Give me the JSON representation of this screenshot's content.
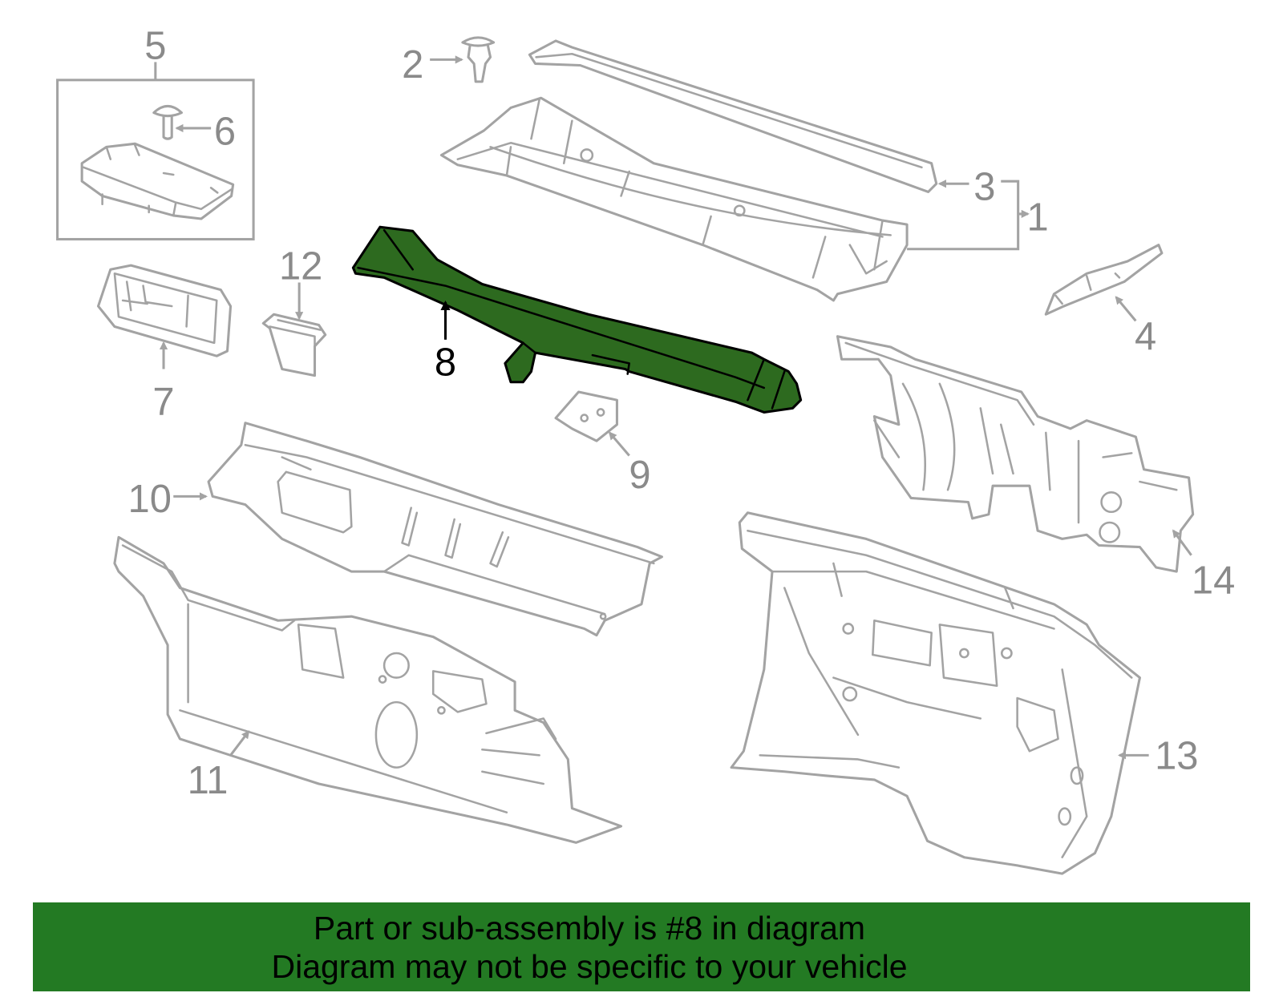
{
  "diagram": {
    "callouts": [
      "1",
      "2",
      "3",
      "4",
      "5",
      "6",
      "7",
      "8",
      "9",
      "10",
      "11",
      "12",
      "13",
      "14"
    ]
  },
  "banner": {
    "line1": "Part or sub-assembly is #8 in diagram",
    "line2": "Diagram may not be specific to your vehicle"
  },
  "colors": {
    "highlight": "#2d6a1f",
    "banner": "#237a23",
    "outline": "#a3a3a3",
    "callout": "#8a8a8a",
    "highlight_callout": "#000000"
  }
}
